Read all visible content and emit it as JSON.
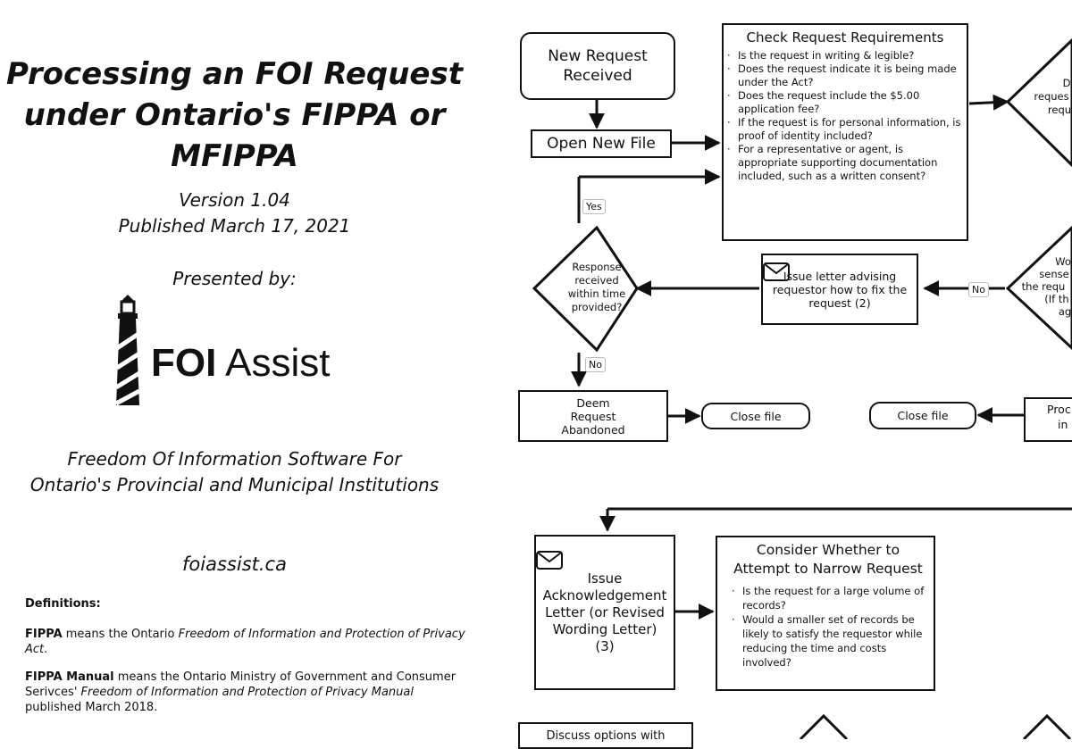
{
  "left": {
    "title": "Processing an FOI Request under Ontario's FIPPA or MFIPPA",
    "version": "Version 1.04",
    "published": "Published March 17, 2021",
    "presented_by": "Presented by:",
    "logo": {
      "bold": "FOI",
      "regular": " Assist",
      "icon": "lighthouse-icon"
    },
    "tagline": "Freedom Of Information Software For Ontario's Provincial and Municipal Institutions",
    "site": "foiassist.ca",
    "definitions_heading": "Definitions:",
    "def1_term": "FIPPA",
    "def1_text": " means the Ontario ",
    "def1_italic": "Freedom of Information and Protection of Privacy Act",
    "def1_end": ".",
    "def2_term": "FIPPA Manual",
    "def2_text": " means the Ontario Ministry of Government and Consumer Serivces' ",
    "def2_italic": "Freedom of Information and Protection of Privacy Manual",
    "def2_end": " published March 2018."
  },
  "diagram": {
    "new_request": "New Request Received",
    "open_file": "Open New File",
    "check_title": "Check Request Requirements",
    "check_items": [
      "Is the request in writing & legible?",
      "Does the request indicate it is being made under the Act?",
      "Does the request include the $5.00 application fee?",
      "If the request is for personal information, is proof of identity included?",
      "For a representative or agent, is appropriate supporting documentation included, such as a written consent?"
    ],
    "diamond_right_top": [
      "D",
      "reques",
      "requ"
    ],
    "diamond_right_mid": [
      "Wo",
      "sense",
      "the requ",
      "(If th",
      "ag"
    ],
    "yes_label": "Yes",
    "no_label_1": "No",
    "no_label_2": "No",
    "response_diamond": "Response received within time provided?",
    "issue_fix": "Issue letter advising requestor how to fix the request (2)",
    "deem_abandoned": "Deem Request Abandoned",
    "close_file_1": "Close file",
    "close_file_2": "Close file",
    "process_partial": [
      "Proc",
      "in"
    ],
    "issue_ack": "Issue Acknowledgement Letter (or Revised Wording Letter) (3)",
    "narrow_title": "Consider Whether to Attempt to Narrow Request",
    "narrow_items": [
      "Is the request for a large volume of records?",
      "Would a smaller set of records be likely to satisfy the requestor while reducing the time and costs involved?"
    ],
    "discuss": "Discuss options with",
    "mail_icon": "envelope-icon"
  }
}
